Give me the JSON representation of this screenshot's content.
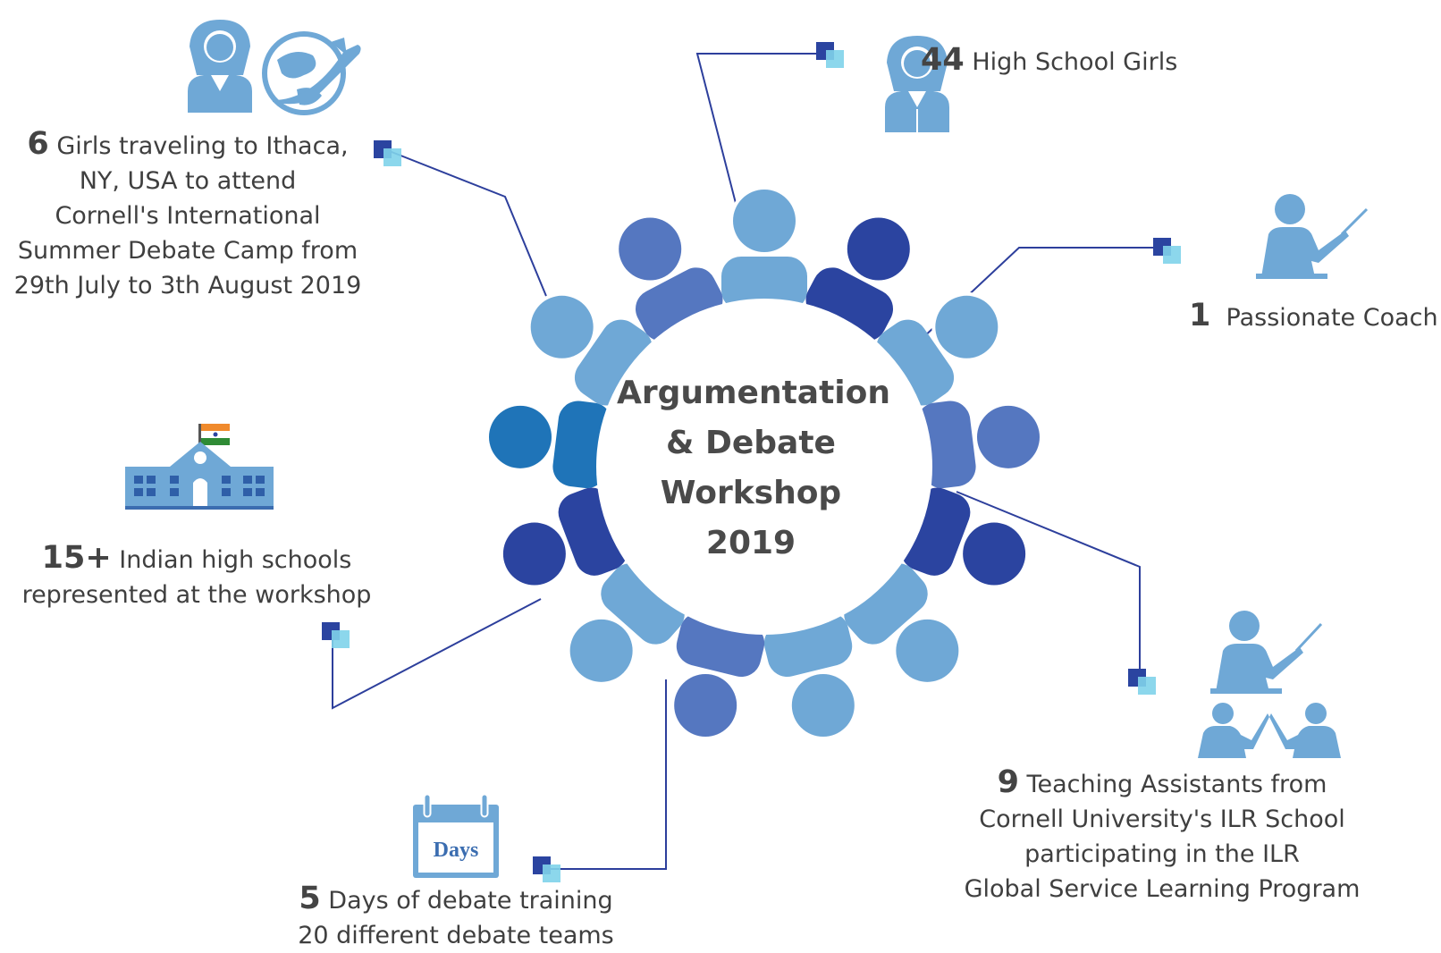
{
  "center": {
    "lines": [
      "Argumentation",
      "& Debate",
      "Workshop",
      "2019"
    ]
  },
  "stats": {
    "girls": {
      "number": "44",
      "text": "High School Girls"
    },
    "coach": {
      "number": "1",
      "text": "Passionate Coach"
    },
    "travel": {
      "number": "6",
      "line1": "Girls traveling to Ithaca,",
      "line2": "NY, USA to attend",
      "line3": "Cornell's International",
      "line4": "Summer Debate Camp from",
      "line5": "29th July to 3th August 2019"
    },
    "schools": {
      "number": "15+",
      "line1": "Indian high schools",
      "line2": "represented at the workshop"
    },
    "days": {
      "number": "5",
      "line1": "Days of debate training",
      "line2": "20 different debate teams",
      "calendar_label": "Days"
    },
    "tas": {
      "number": "9",
      "line1": "Teaching Assistants from",
      "line2": "Cornell University's ILR School",
      "line3": "participating in the ILR",
      "line4": "Global Service Learning Program"
    }
  },
  "colors": {
    "light": "#6fa8d6",
    "mid": "#5577c0",
    "dark": "#2b44a0",
    "teal": "#1f74b8",
    "connector": "#2d3f9c",
    "accent": "#7fd3ea"
  },
  "icons": [
    "girl-student-icon",
    "travel-globe-icon",
    "coach-icon",
    "school-building-icon",
    "india-flag-icon",
    "calendar-icon",
    "teaching-assistants-icon"
  ]
}
